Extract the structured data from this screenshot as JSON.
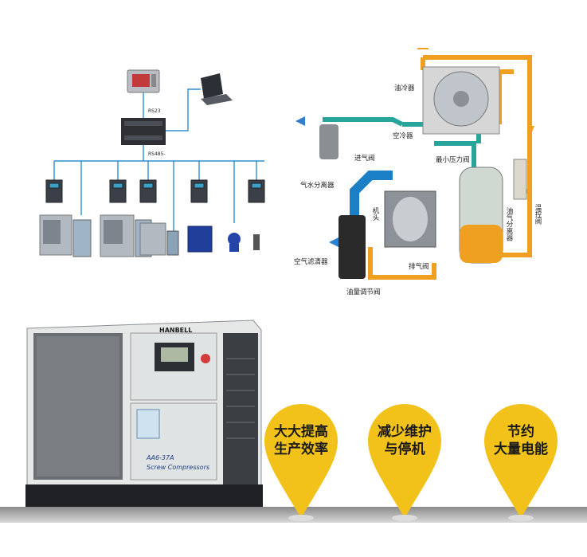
{
  "network": {
    "label_rs": "RS23",
    "label_rs485": "RS485-"
  },
  "schematic": {
    "oil_cooler": "油冷器",
    "air_cooler": "空冷器",
    "separator_water": "气水分离器",
    "intake_valve": "进气阀",
    "min_pressure_valve": "最小压力阀",
    "machine_head": "机头",
    "oil_gas_separator": "油气分离器",
    "temp_control_valve": "温控阀",
    "air_filter": "空气滤清器",
    "exhaust_valve": "排气阀",
    "oil_volume_valve": "油量调节阀"
  },
  "compressor": {
    "brand": "HANBELL",
    "model": "AA6-37A",
    "subtitle": "Screw Compressors"
  },
  "features": [
    {
      "line1": "大大提高",
      "line2": "生产效率"
    },
    {
      "line1": "减少维护",
      "line2": "与停机"
    },
    {
      "line1": "节约",
      "line2": "大量电能"
    }
  ],
  "colors": {
    "pin_yellow": "#f2c21b",
    "oil_orange": "#f0a020",
    "air_blue": "#1a7fc4",
    "gas_green": "#28a59a"
  }
}
